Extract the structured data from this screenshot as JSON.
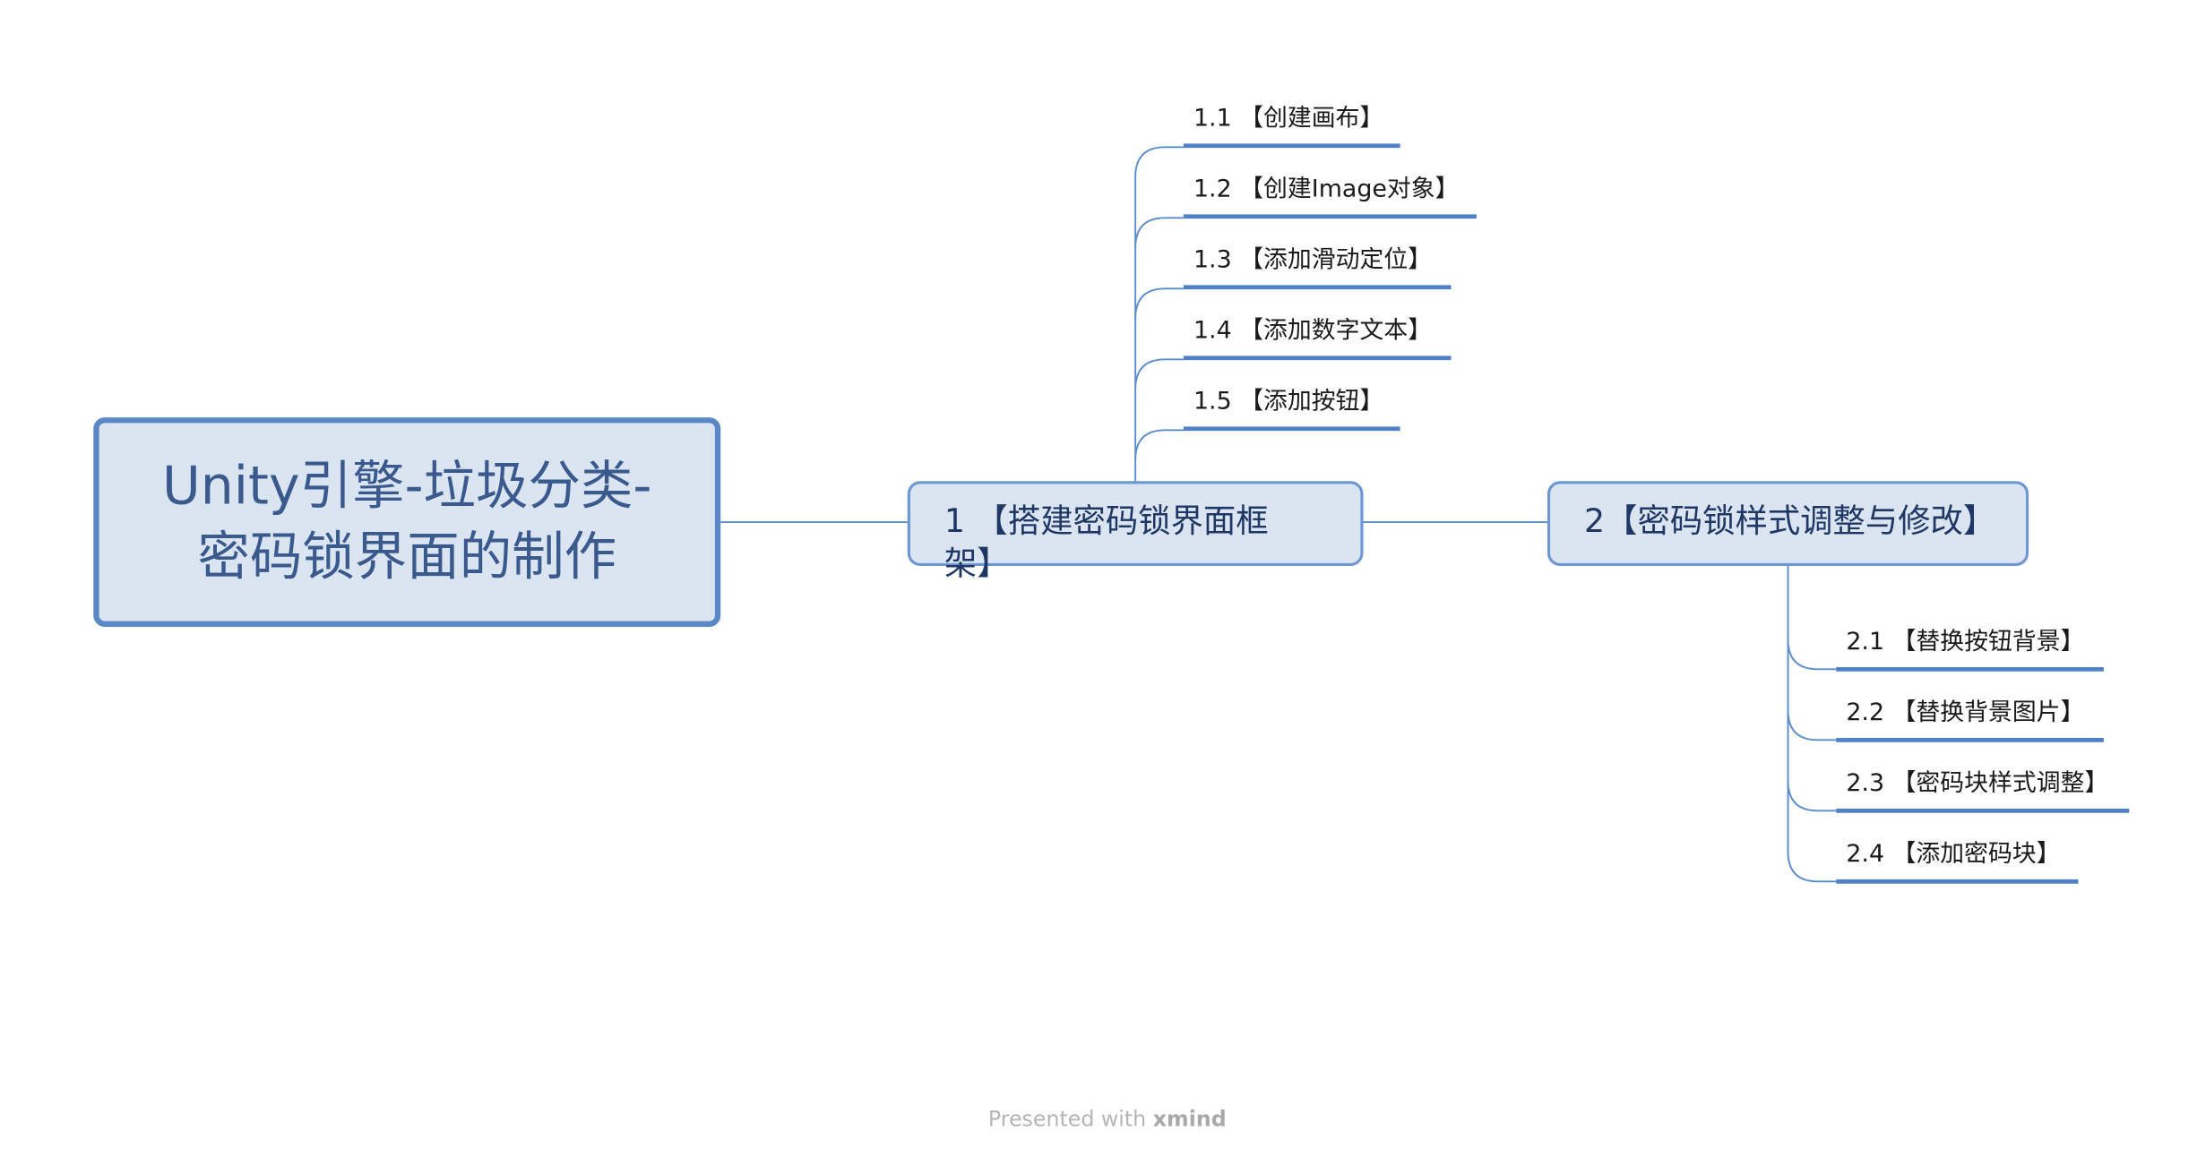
{
  "root": {
    "title": "Unity引擎-垃圾分类-密码锁界面的制作"
  },
  "branches": [
    {
      "label": "1 【搭建密码锁界面框架】",
      "children": [
        "1.1 【创建画布】",
        "1.2 【创建Image对象】",
        "1.3 【添加滑动定位】",
        "1.4 【添加数字文本】",
        "1.5 【添加按钮】"
      ]
    },
    {
      "label": "2【密码锁样式调整与修改】",
      "children": [
        "2.1 【替换按钮背景】",
        "2.2 【替换背景图片】",
        "2.3 【密码块样式调整】",
        "2.4 【添加密码块】"
      ]
    }
  ],
  "watermark": {
    "prefix": "Presented with ",
    "brand": "xmind"
  },
  "colors": {
    "node_fill": "#dbe5f1",
    "root_border": "#5a87c6",
    "node_border": "#6d97d0",
    "connector": "#5b8ccc",
    "underline": "#4f81c9",
    "root_text": "#3a5a8e",
    "node_text": "#1f3764"
  }
}
